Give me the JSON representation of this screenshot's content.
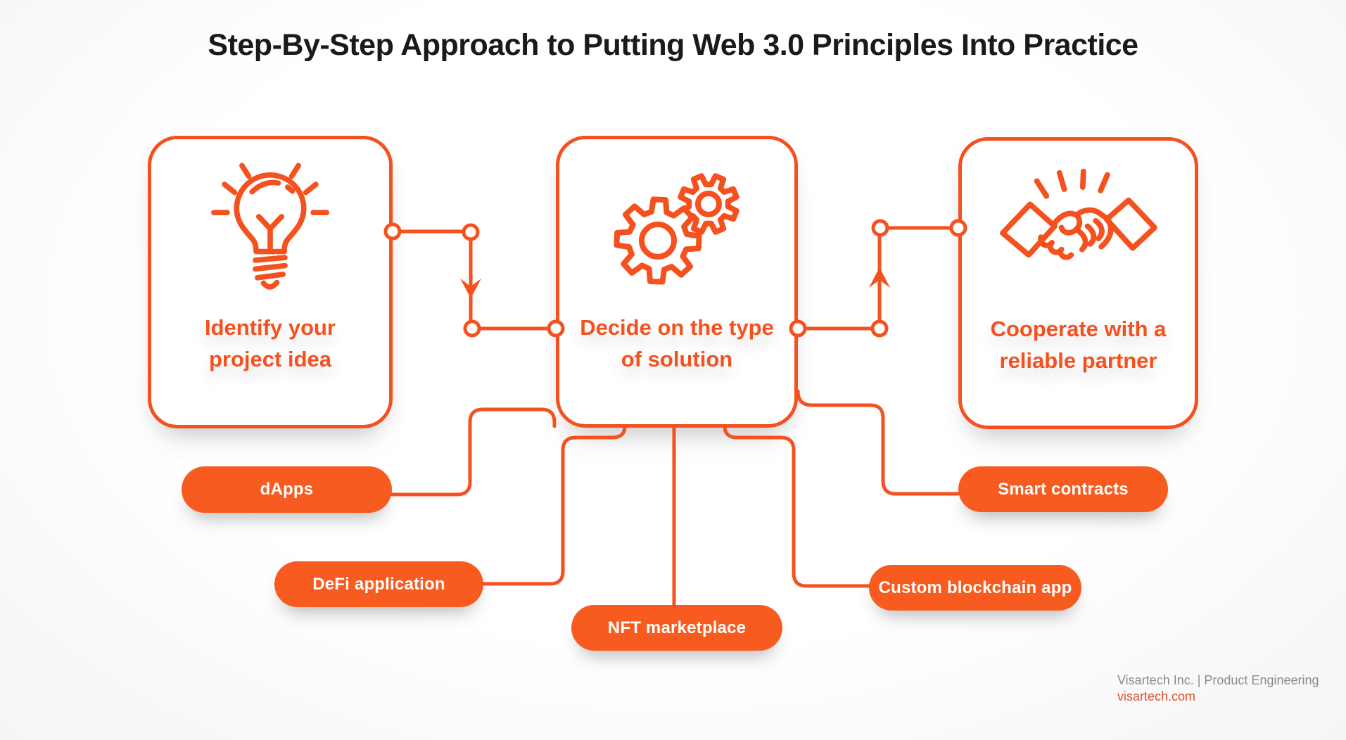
{
  "title": "Step-By-Step Approach to Putting Web 3.0 Principles Into Practice",
  "steps": [
    {
      "label": "Identify your project idea",
      "icon": "lightbulb-icon"
    },
    {
      "label": "Decide on the type of solution",
      "icon": "gears-icon"
    },
    {
      "label": "Cooperate with a reliable partner",
      "icon": "handshake-icon"
    }
  ],
  "solutions": [
    {
      "label": "dApps"
    },
    {
      "label": "DeFi application"
    },
    {
      "label": "NFT marketplace"
    },
    {
      "label": "Smart contracts"
    },
    {
      "label": "Custom blockchain app"
    }
  ],
  "footer": {
    "company": "Visartech Inc. | Product Engineering",
    "website": "visartech.com"
  },
  "colors": {
    "accent": "#F4511E",
    "pill_fill": "#F85B1F",
    "background": "#FBFBFC",
    "title_text": "#1A1A1A",
    "footer_gray": "#8B8B8B",
    "footer_link": "#E44D26",
    "pill_text": "#FFFFFF"
  }
}
